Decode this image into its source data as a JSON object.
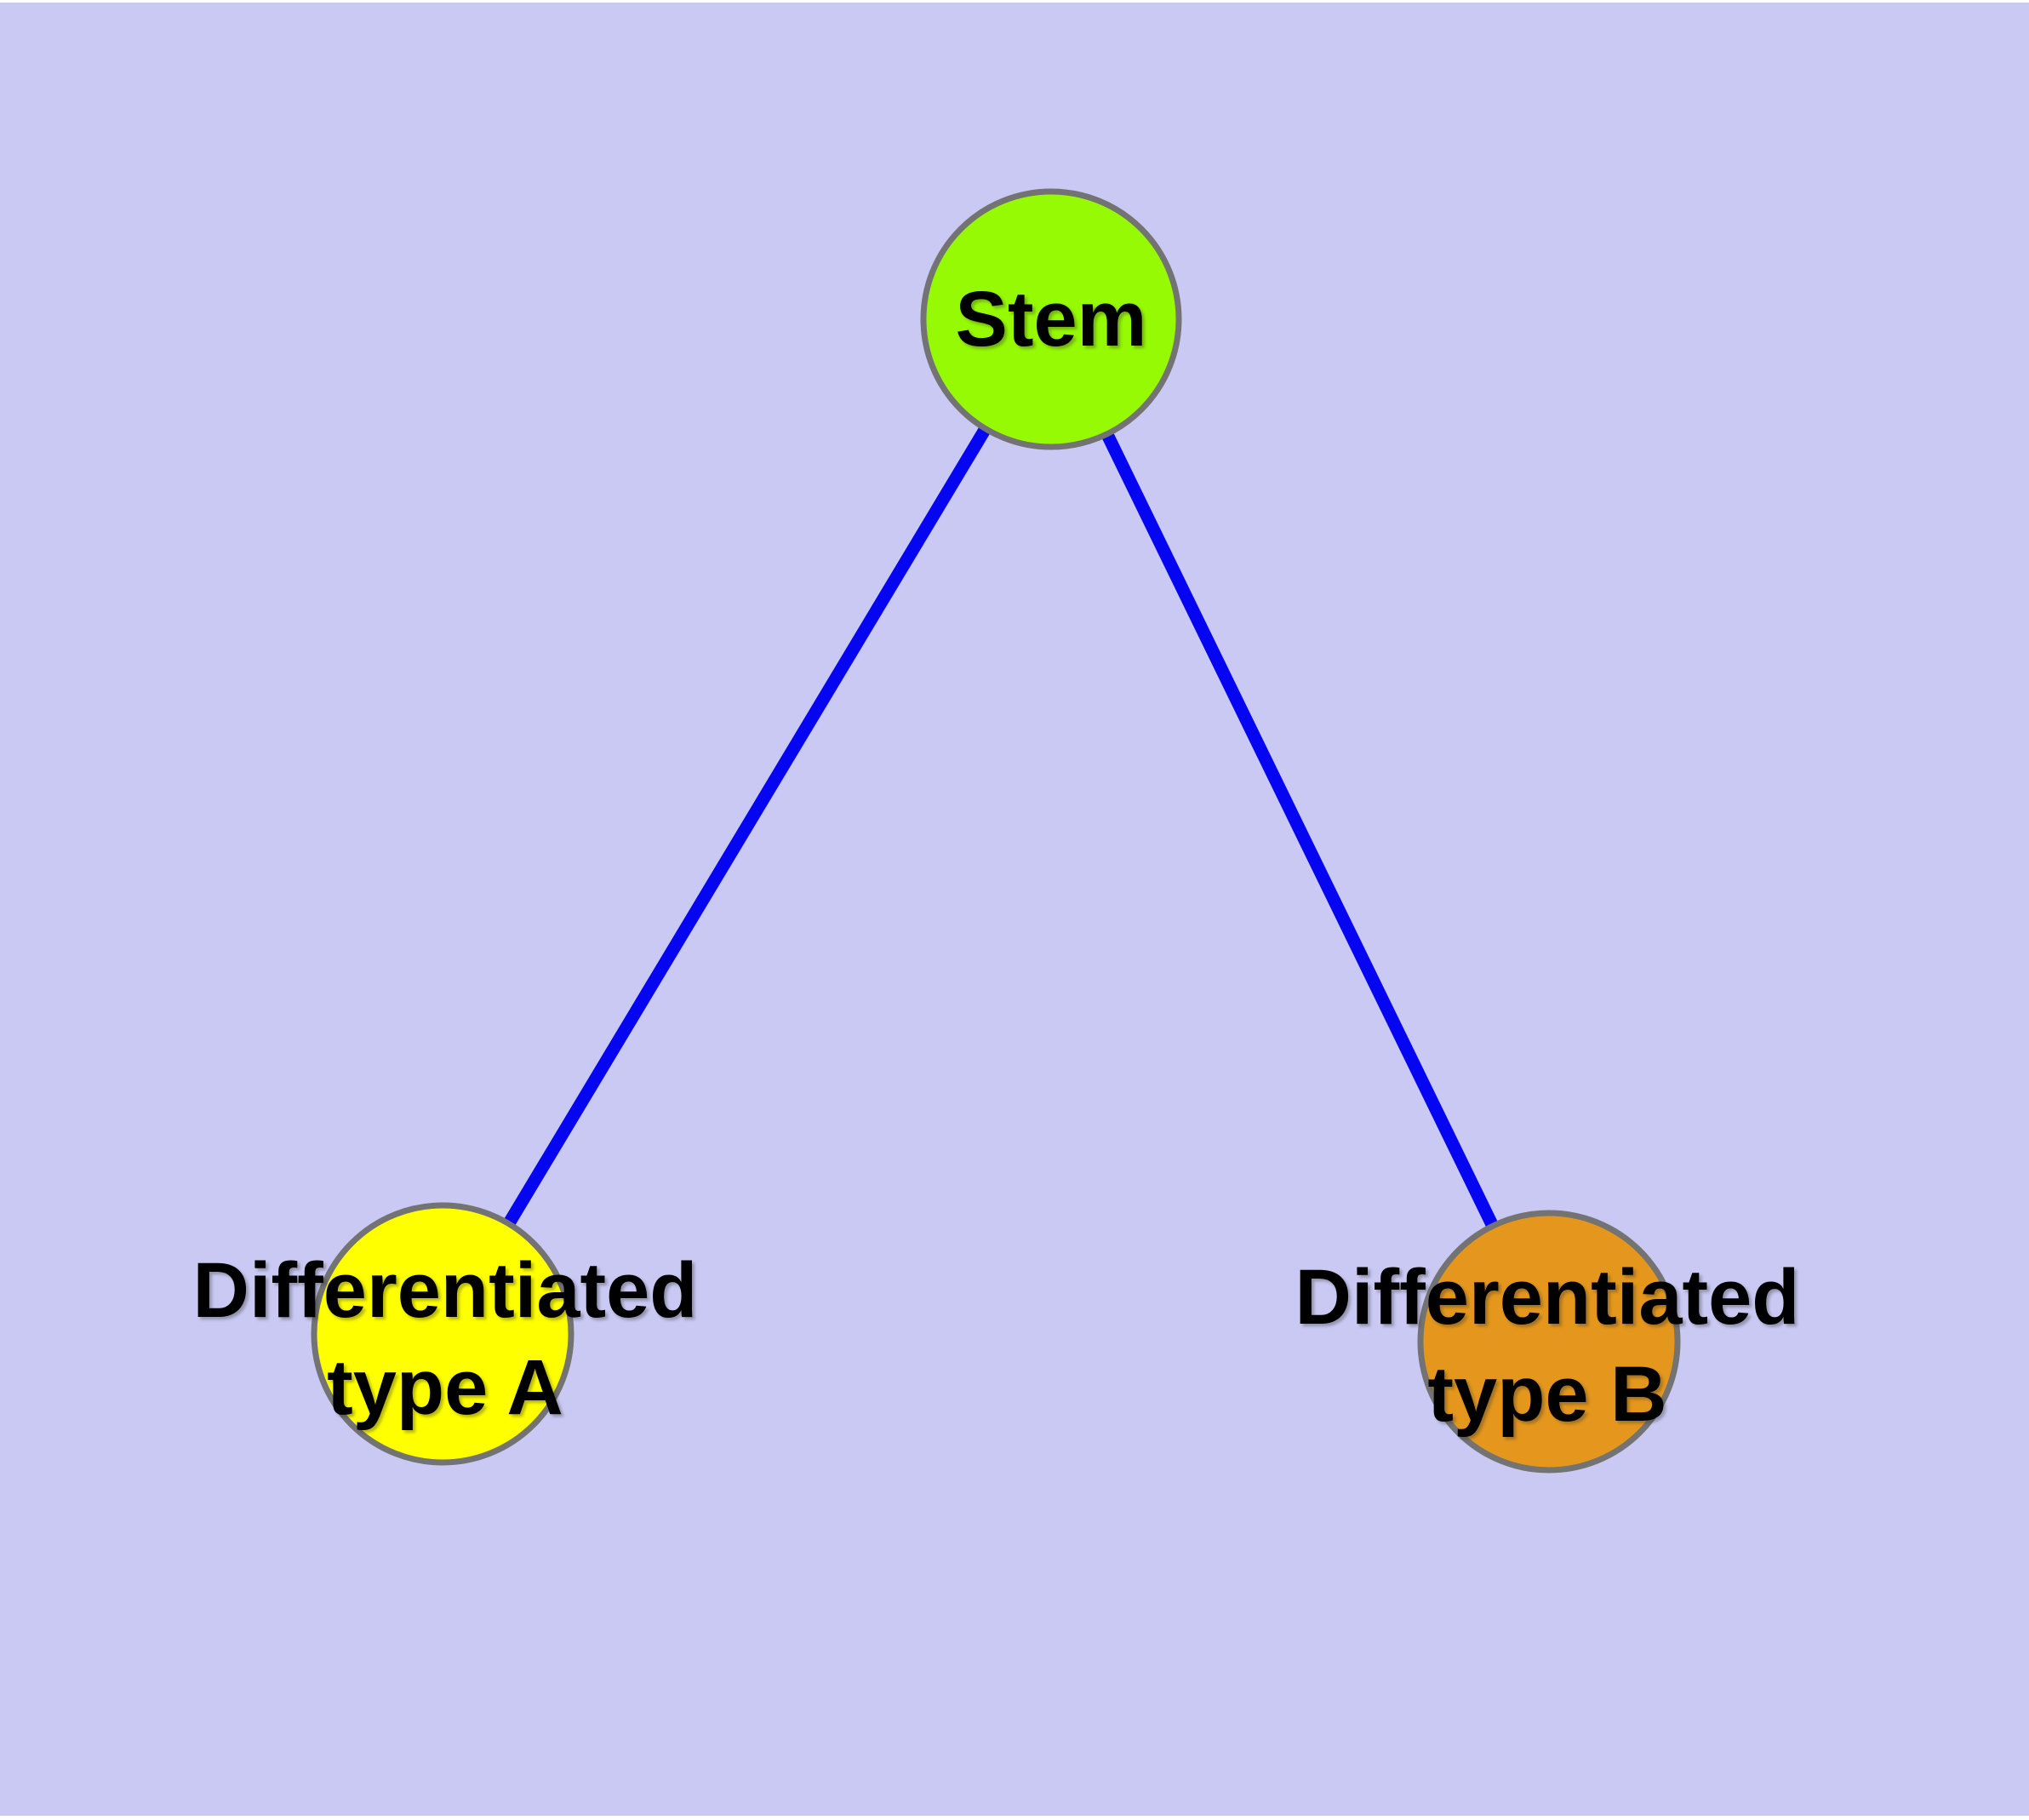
{
  "figure": {
    "type": "graph-diagram",
    "background_color": "#c9c9f3",
    "margin_color": "#ffffff",
    "edge_color": "#0505f2",
    "node_border_color": "#737373",
    "label_color": "#000000"
  },
  "graph": {
    "nodes": [
      {
        "id": "stem",
        "label": "Stem",
        "lines": [
          "Stem"
        ],
        "fill": "#96fa05",
        "stroke": "#737373"
      },
      {
        "id": "differentiated-type-a",
        "label": "Differentiated type A",
        "lines": [
          "Differentiated",
          "type A"
        ],
        "fill": "#ffff00",
        "stroke": "#737373"
      },
      {
        "id": "differentiated-type-b",
        "label": "Differentiated type B",
        "lines": [
          "Differentiated",
          "type B"
        ],
        "fill": "#e4971c",
        "stroke": "#737373"
      }
    ],
    "edges": [
      {
        "from": "Stem",
        "to": "Differentiated type A",
        "color": "#0505f2"
      },
      {
        "from": "Stem",
        "to": "Differentiated type B",
        "color": "#0505f2"
      }
    ]
  }
}
